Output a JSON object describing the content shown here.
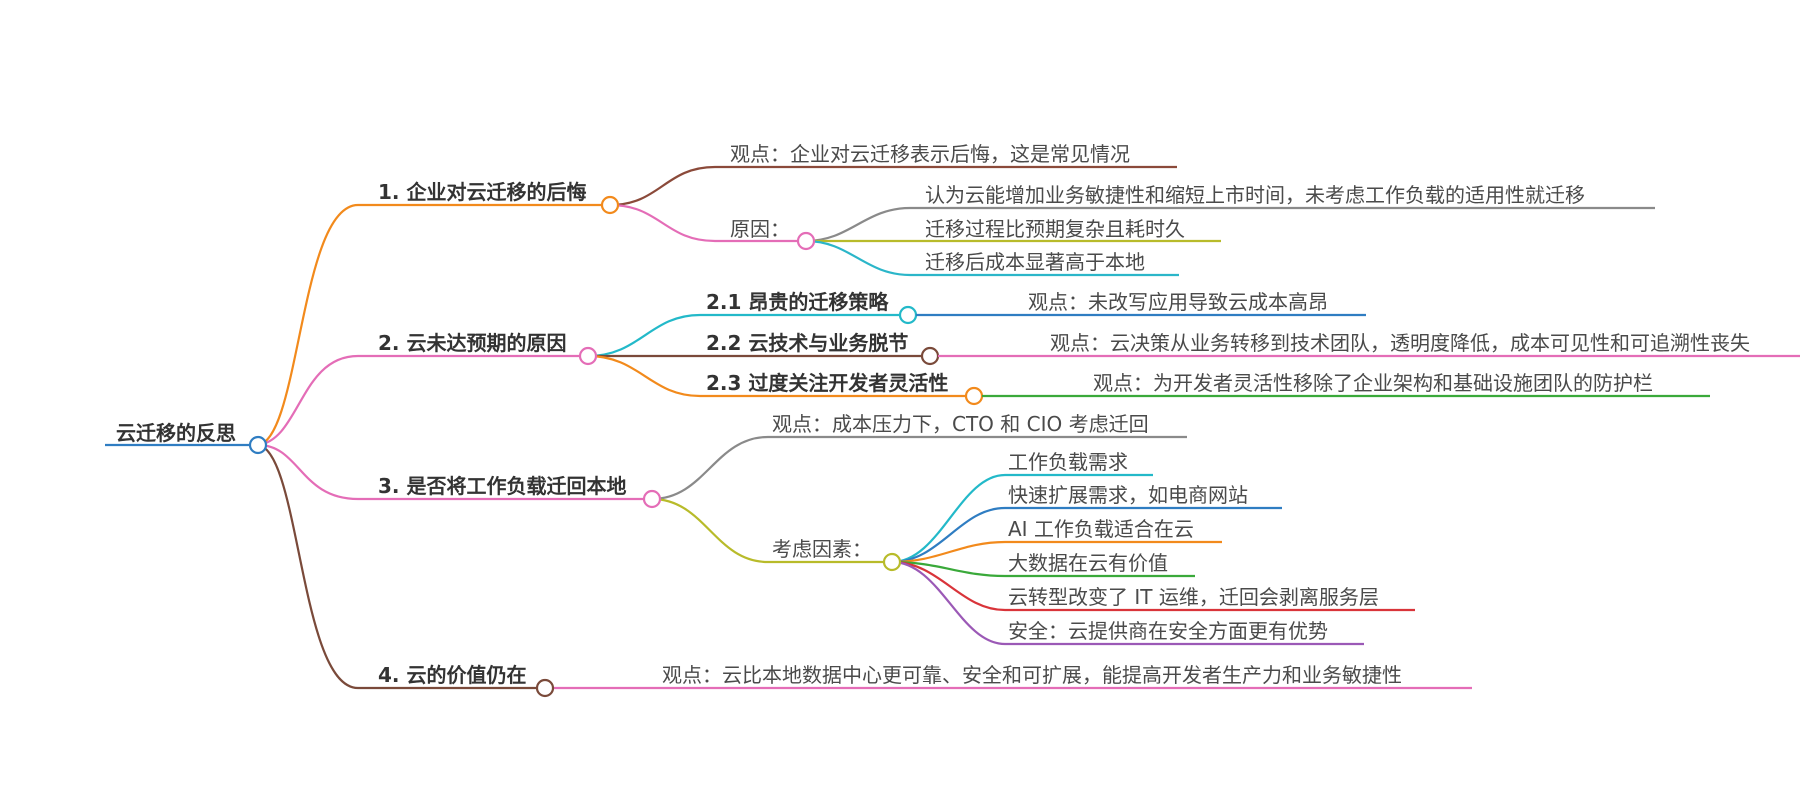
{
  "root": {
    "label": "云迁移的反思"
  },
  "colors": {
    "root": "#2f7dc2",
    "b1": "#f28a1c",
    "b2": "#e46db7",
    "b3": "#e46db7",
    "b4": "#7a4a3a"
  },
  "branches": [
    {
      "label": "1. 企业对云迁移的后悔",
      "children": [
        {
          "label": "观点：企业对云迁移表示后悔，这是常见情况",
          "color": "#8b4a3a"
        },
        {
          "label": "原因：",
          "color": "#e46db7",
          "children": [
            {
              "label": "认为云能增加业务敏捷性和缩短上市时间，未考虑工作负载的适用性就迁移",
              "color": "#8a8a8a"
            },
            {
              "label": "迁移过程比预期复杂且耗时久",
              "color": "#b8bb2a"
            },
            {
              "label": "迁移后成本显著高于本地",
              "color": "#2bb6c9"
            }
          ]
        }
      ]
    },
    {
      "label": "2. 云未达预期的原因",
      "children": [
        {
          "label": "2.1 昂贵的迁移策略",
          "color": "#23b9c9",
          "children": [
            {
              "label": "观点：未改写应用导致云成本高昂",
              "color": "#2f7dc2"
            }
          ]
        },
        {
          "label": "2.2 云技术与业务脱节",
          "color": "#7a4a3a",
          "children": [
            {
              "label": "观点：云决策从业务转移到技术团队，透明度降低，成本可见性和可追溯性丧失",
              "color": "#e46db7"
            }
          ]
        },
        {
          "label": "2.3 过度关注开发者灵活性",
          "color": "#f28a1c",
          "children": [
            {
              "label": "观点：为开发者灵活性移除了企业架构和基础设施团队的防护栏",
              "color": "#3aa93a"
            }
          ]
        }
      ]
    },
    {
      "label": "3. 是否将工作负载迁回本地",
      "children": [
        {
          "label": "观点：成本压力下，CTO 和 CIO 考虑迁回",
          "color": "#8a8a8a"
        },
        {
          "label": "考虑因素：",
          "color": "#b8bb2a",
          "children": [
            {
              "label": "工作负载需求",
              "color": "#23b9c9"
            },
            {
              "label": "快速扩展需求，如电商网站",
              "color": "#2f7dc2"
            },
            {
              "label": "AI 工作负载适合在云",
              "color": "#f28a1c"
            },
            {
              "label": "大数据在云有价值",
              "color": "#3aa93a"
            },
            {
              "label": "云转型改变了 IT 运维，迁回会剥离服务层",
              "color": "#d9343a"
            },
            {
              "label": "安全：云提供商在安全方面更有优势",
              "color": "#9b59b6"
            }
          ]
        }
      ]
    },
    {
      "label": "4. 云的价值仍在",
      "children": [
        {
          "label": "观点：云比本地数据中心更可靠、安全和可扩展，能提高开发者生产力和业务敏捷性",
          "color": "#e46db7"
        }
      ]
    }
  ]
}
